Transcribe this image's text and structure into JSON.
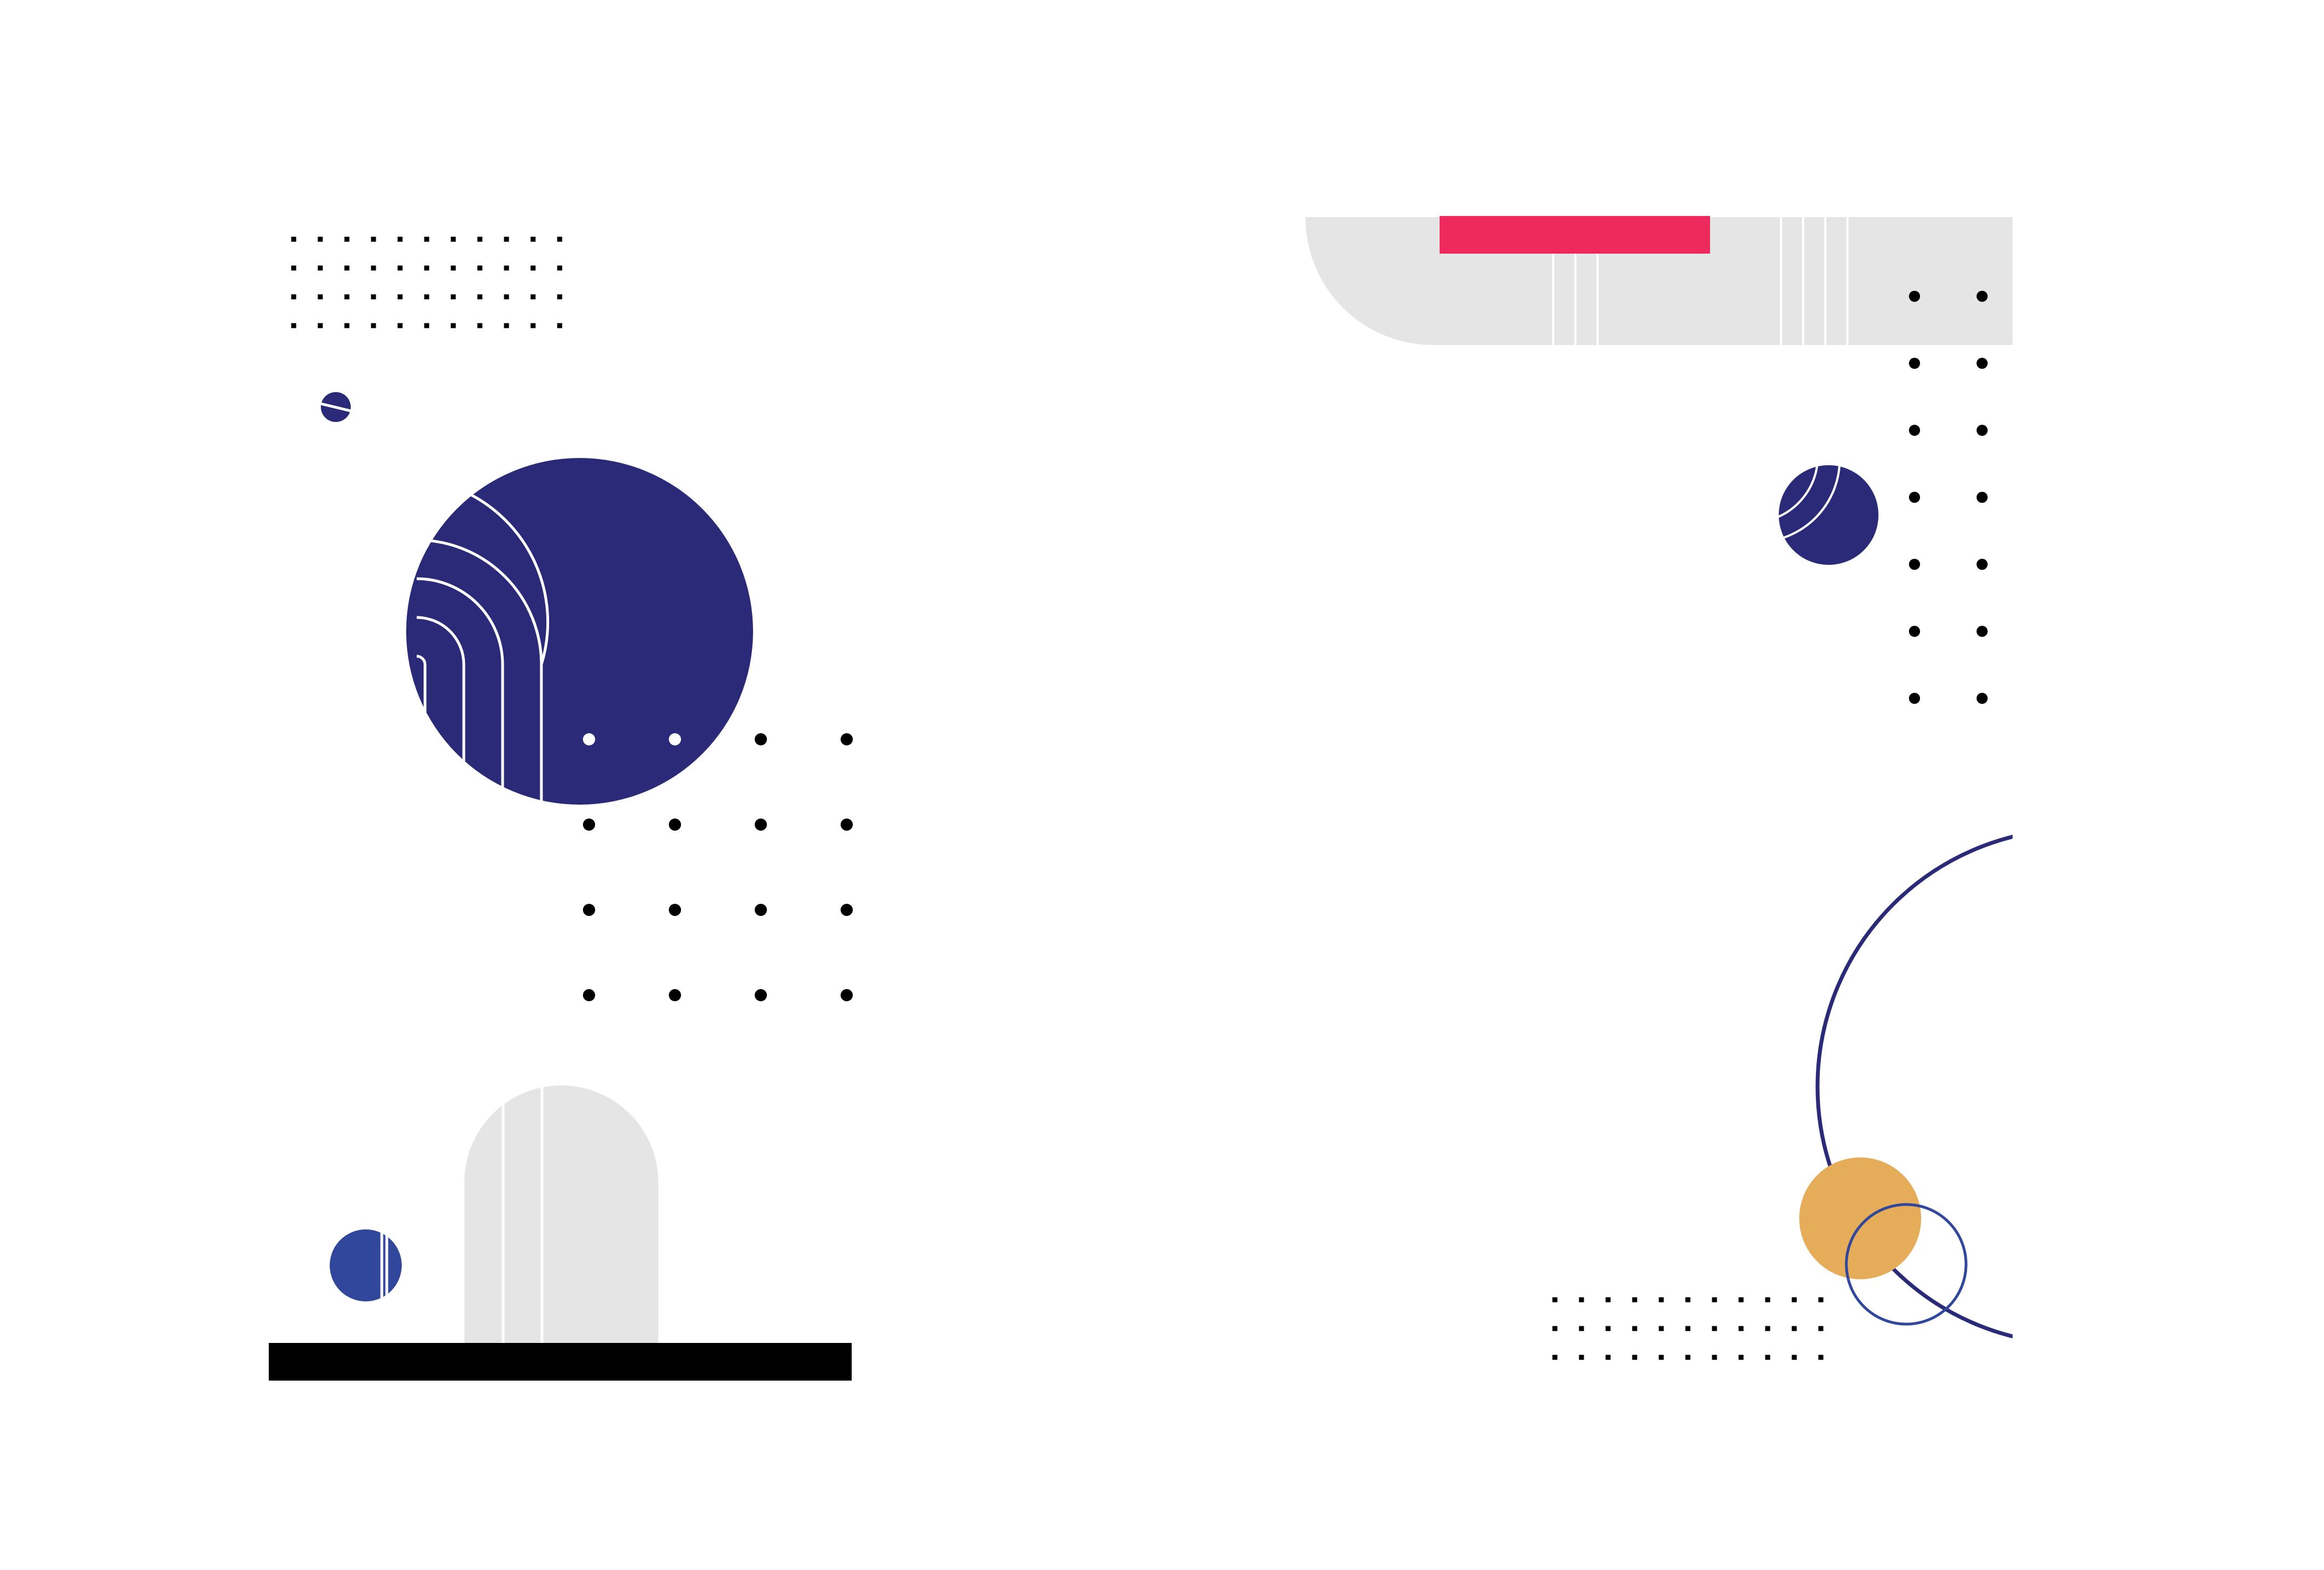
{
  "palette": {
    "background": "#ffffff",
    "navy": "#2b2a78",
    "blue": "#31479b",
    "light_gray": "#e5e5e5",
    "pink": "#ee2a5c",
    "gold": "#e5ad59",
    "black": "#000000",
    "white": "#ffffff"
  },
  "shapes": [
    "dot-grid",
    "small-navy-circle",
    "large-navy-circle-with-arcs",
    "gray-arch",
    "blue-circle-with-lines",
    "black-bar",
    "gray-rounded-bar",
    "pink-rectangle",
    "medium-navy-circle-with-arcs",
    "navy-ring",
    "gold-circle",
    "small-outline-ring"
  ]
}
